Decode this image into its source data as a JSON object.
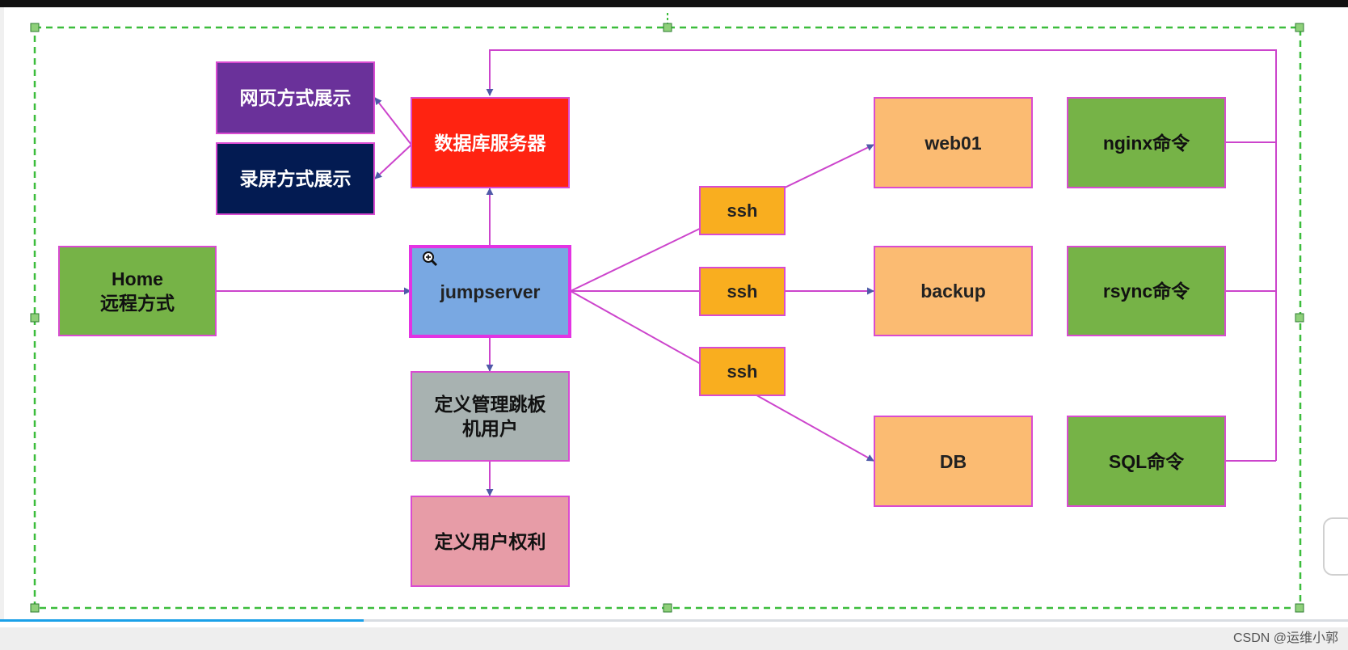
{
  "diagram": {
    "nodes": {
      "web_display": "网页方式展示",
      "record_display": "录屏方式展示",
      "db_server": "数据库服务器",
      "home": "Home\n远程方式",
      "jumpserver": "jumpserver",
      "define_users": "定义管理跳板\n机用户",
      "define_rights": "定义用户权利",
      "ssh_1": "ssh",
      "ssh_2": "ssh",
      "ssh_3": "ssh",
      "web01": "web01",
      "backup": "backup",
      "db": "DB",
      "nginx_cmd": "nginx命令",
      "rsync_cmd": "rsync命令",
      "sql_cmd": "SQL命令"
    },
    "colors": {
      "connector": "#cc44cc",
      "arrowhead": "#4f5aa8",
      "selection": "#3cbd3c"
    }
  },
  "player": {
    "progress": 0.27
  },
  "watermark": "CSDN @运维小郭"
}
